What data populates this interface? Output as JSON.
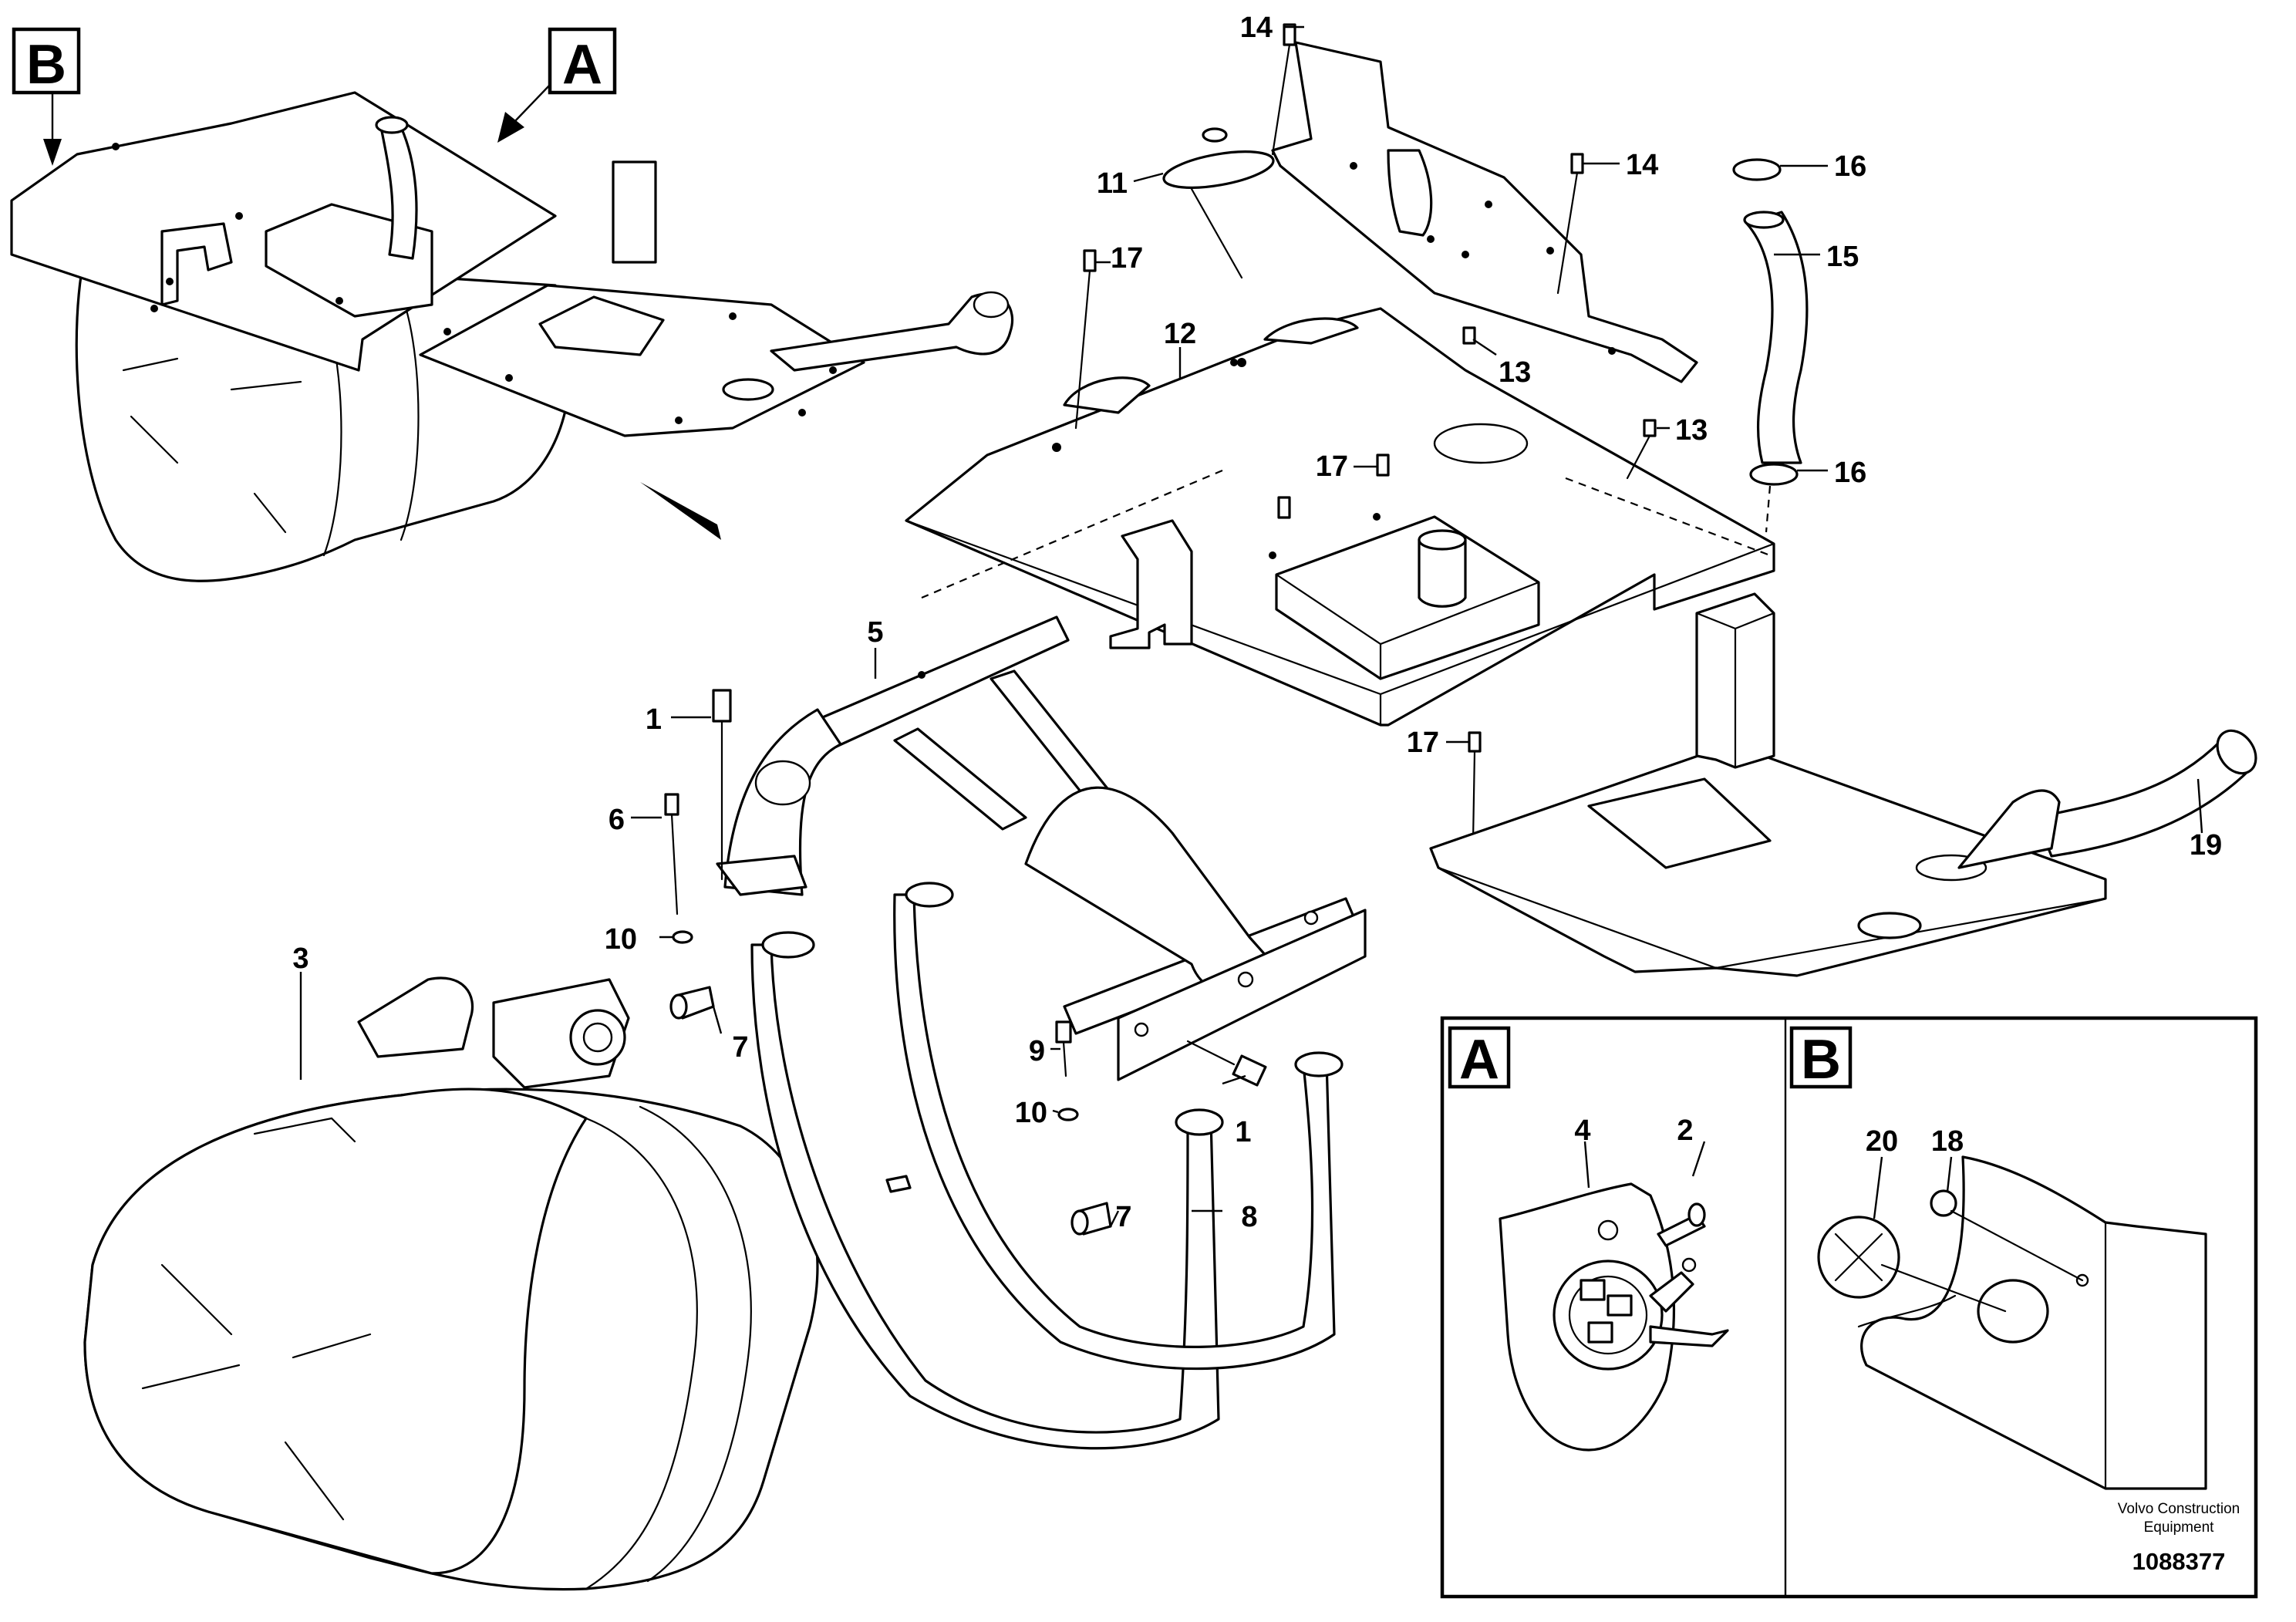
{
  "view_tags": {
    "a": "A",
    "b": "B"
  },
  "callouts": [
    {
      "id": "c1a",
      "text": "1"
    },
    {
      "id": "c1b",
      "text": "1"
    },
    {
      "id": "c2",
      "text": "2"
    },
    {
      "id": "c3",
      "text": "3"
    },
    {
      "id": "c4",
      "text": "4"
    },
    {
      "id": "c5",
      "text": "5"
    },
    {
      "id": "c6",
      "text": "6"
    },
    {
      "id": "c7a",
      "text": "7"
    },
    {
      "id": "c7b",
      "text": "7"
    },
    {
      "id": "c8",
      "text": "8"
    },
    {
      "id": "c9",
      "text": "9"
    },
    {
      "id": "c10a",
      "text": "10"
    },
    {
      "id": "c10b",
      "text": "10"
    },
    {
      "id": "c11",
      "text": "11"
    },
    {
      "id": "c12",
      "text": "12"
    },
    {
      "id": "c13a",
      "text": "13"
    },
    {
      "id": "c13b",
      "text": "13"
    },
    {
      "id": "c14a",
      "text": "14"
    },
    {
      "id": "c14b",
      "text": "14"
    },
    {
      "id": "c15",
      "text": "15"
    },
    {
      "id": "c16a",
      "text": "16"
    },
    {
      "id": "c16b",
      "text": "16"
    },
    {
      "id": "c17a",
      "text": "17"
    },
    {
      "id": "c17b",
      "text": "17"
    },
    {
      "id": "c17c",
      "text": "17"
    },
    {
      "id": "c18",
      "text": "18"
    },
    {
      "id": "c19",
      "text": "19"
    },
    {
      "id": "c20",
      "text": "20"
    }
  ],
  "footer": {
    "brand_line1": "Volvo Construction",
    "brand_line2": "Equipment",
    "drawing_number": "1088377"
  }
}
